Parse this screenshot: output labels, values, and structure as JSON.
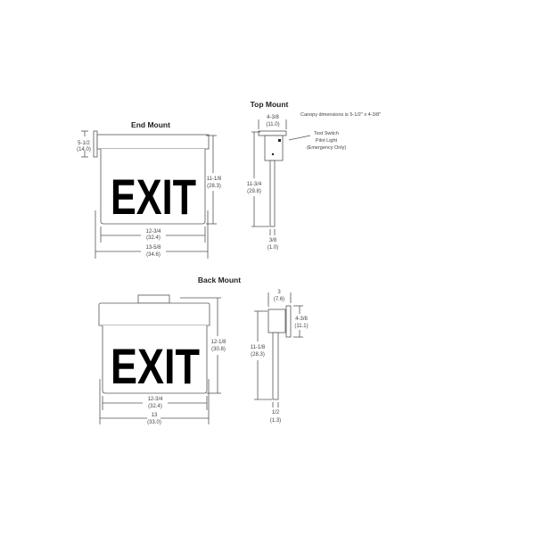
{
  "views": {
    "end_mount": {
      "title": "End Mount",
      "sign_text": "EXIT",
      "dims": {
        "canopy_height": {
          "in": "5-1/2",
          "cm": "(14.0)"
        },
        "height": {
          "in": "11-1/8",
          "cm": "(28.3)"
        },
        "panel_width": {
          "in": "12-3/4",
          "cm": "(32.4)"
        },
        "overall_width": {
          "in": "13-5/8",
          "cm": "(34.6)"
        }
      }
    },
    "top_mount": {
      "title": "Top Mount",
      "note": "Canopy dimensions is 5-1/2\" x 4-3/8\"",
      "callout": [
        "Test Switch",
        "Pilot Light",
        "(Emergency Only)"
      ],
      "dims": {
        "canopy_width": {
          "in": "4-3/8",
          "cm": "(11.0)"
        },
        "height": {
          "in": "11-3/4",
          "cm": "(29.8)"
        },
        "panel_thickness": {
          "in": "3/8",
          "cm": "(1.0)"
        }
      }
    },
    "back_mount": {
      "title": "Back Mount",
      "sign_text": "EXIT",
      "dims": {
        "height": {
          "in": "12-1/8",
          "cm": "(30.8)"
        },
        "panel_width": {
          "in": "12-3/4",
          "cm": "(32.4)"
        },
        "overall_width": {
          "in": "13",
          "cm": "(33.0)"
        }
      }
    },
    "back_mount_side": {
      "dims": {
        "depth": {
          "in": "3",
          "cm": "(7.6)"
        },
        "plate_height": {
          "in": "4-3/8",
          "cm": "(11.1)"
        },
        "height": {
          "in": "11-1/8",
          "cm": "(28.3)"
        },
        "panel_thickness": {
          "in": "1/2",
          "cm": "(1.3)"
        }
      }
    }
  },
  "colors": {
    "line": "#555555",
    "text": "#333333",
    "exit": "#000000"
  }
}
